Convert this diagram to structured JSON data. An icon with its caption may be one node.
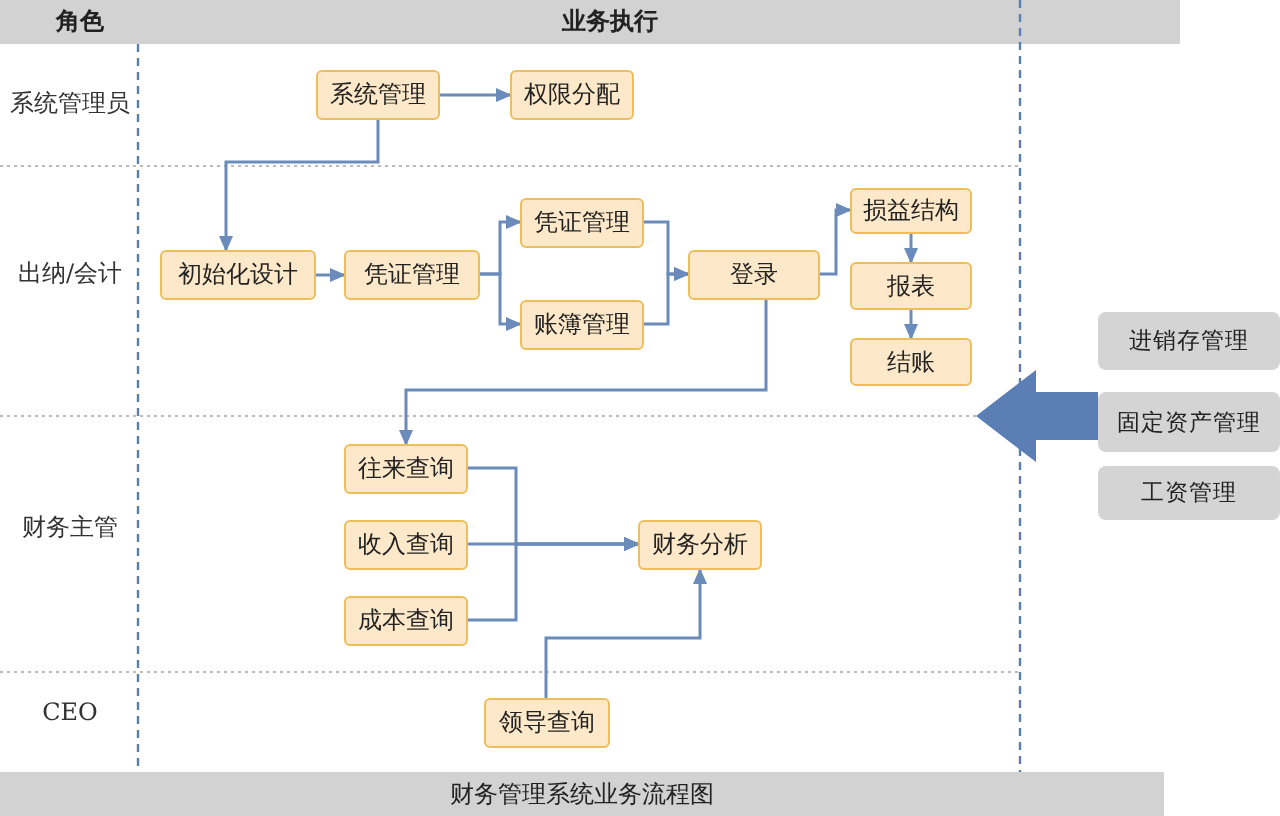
{
  "diagram": {
    "caption": "财务管理系统业务流程图",
    "nodes": [
      {
        "text": [
          "系统管理"
        ]
      },
      {
        "text": [
          "权限分配"
        ]
      },
      {
        "text": [
          "初始化设计"
        ]
      },
      {
        "text": [
          "凭证管理"
        ]
      },
      {
        "text": [
          "凭证管理"
        ]
      },
      {
        "text": [
          "账簿管理"
        ]
      },
      {
        "text": [
          "登录"
        ]
      },
      {
        "text": [
          "损益结构"
        ]
      },
      {
        "text": [
          "报表"
        ]
      },
      {
        "text": [
          "结账"
        ]
      },
      {
        "text": [
          "往来查询"
        ]
      },
      {
        "text": [
          "收入查询"
        ]
      },
      {
        "text": [
          "成本查询"
        ]
      },
      {
        "text": [
          "财务分析"
        ]
      },
      {
        "text": [
          "领导查询"
        ]
      },
      {
        "text": [
          "进销存管理"
        ]
      },
      {
        "text": [
          "固定资产管理"
        ]
      },
      {
        "text": [
          "工资管理"
        ]
      }
    ],
    "edges": [
      {
        "from": 0,
        "to": 1,
        "arrow": "to"
      },
      {
        "from": 0,
        "to": 2,
        "arrow": "to"
      },
      {
        "from": 2,
        "to": 3,
        "arrow": "to"
      },
      {
        "from": 3,
        "to": 4,
        "arrow": "to"
      },
      {
        "from": 3,
        "to": 5,
        "arrow": "to"
      },
      {
        "from": 4,
        "to": 6,
        "arrow": "to"
      },
      {
        "from": 5,
        "to": 6,
        "arrow": "to"
      },
      {
        "from": 6,
        "to": 7,
        "arrow": "to"
      },
      {
        "from": 7,
        "to": 8,
        "arrow": "to"
      },
      {
        "from": 8,
        "to": 9,
        "arrow": "to"
      },
      {
        "from": 6,
        "to": 10,
        "arrow": "to"
      },
      {
        "from": 10,
        "to": 13,
        "arrow": "to"
      },
      {
        "from": 11,
        "to": 13,
        "arrow": "to"
      },
      {
        "from": 12,
        "to": 13,
        "arrow": "to"
      },
      {
        "from": 14,
        "to": 13,
        "arrow": "to"
      },
      {
        "from": 16,
        "to": null,
        "arrow": "to",
        "style": "thick"
      }
    ],
    "labels": [
      "角色",
      "业务执行",
      "系统管理员",
      "出纳/会计",
      "财务主管",
      "CEO"
    ]
  }
}
